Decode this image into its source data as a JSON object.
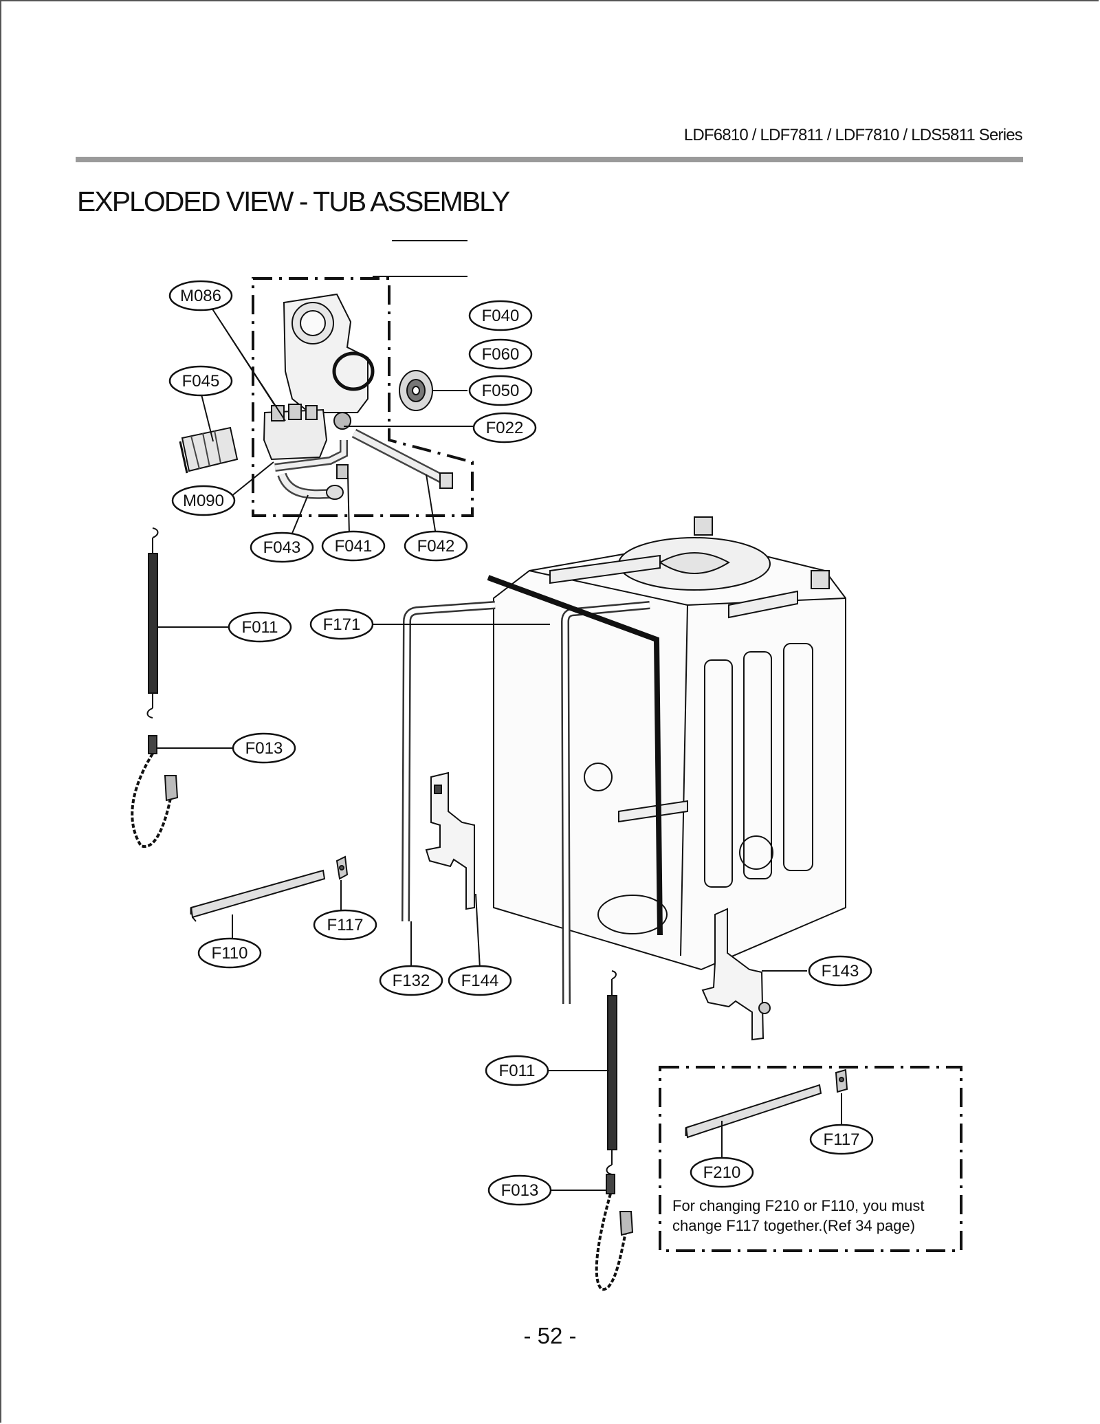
{
  "header": {
    "series": "LDF6810 / LDF7811 / LDF7810 / LDS5811 Series",
    "title": "EXPLODED VIEW - TUB ASSEMBLY"
  },
  "callouts": {
    "M086": "M086",
    "F040": "F040",
    "F060": "F060",
    "F050": "F050",
    "F045": "F045",
    "F022": "F022",
    "M090": "M090",
    "F043": "F043",
    "F041": "F041",
    "F042": "F042",
    "F011_top": "F011",
    "F171": "F171",
    "F013_top": "F013",
    "F117_left": "F117",
    "F110": "F110",
    "F132": "F132",
    "F144": "F144",
    "F143": "F143",
    "F011_bottom": "F011",
    "F117_right": "F117",
    "F210": "F210",
    "F013_bottom": "F013"
  },
  "note": {
    "line1": "For changing F210 or F110, you must",
    "line2": "change F117 together.(Ref 34 page)"
  },
  "footer": {
    "page_number": "- 52 -"
  }
}
